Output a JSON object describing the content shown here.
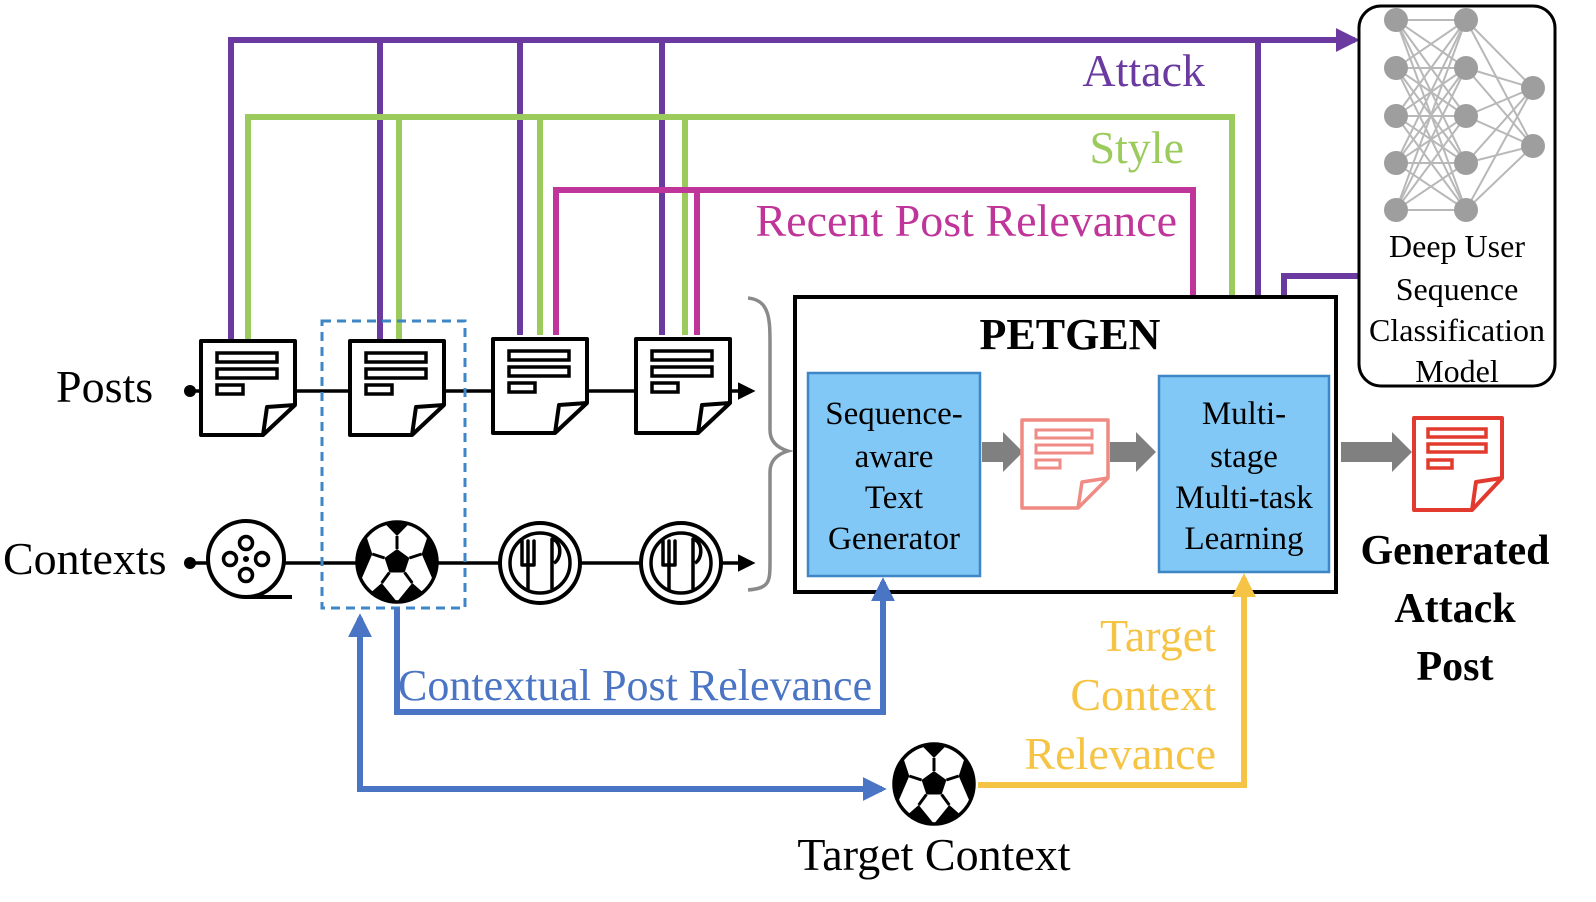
{
  "colors": {
    "attack": "#6a3aa0",
    "style": "#9acb5c",
    "recent": "#c0359a",
    "contextual": "#4a74c4",
    "target": "#f6c444",
    "box_fill": "#82c8f6",
    "box_stroke": "#3e86c6",
    "generated": "#e23a2e",
    "intermediate": "#f08a84",
    "gray_arrow": "#808080",
    "highlight_box": "#3e86c6"
  },
  "icons": {
    "post": "document-icon",
    "movie": "film-reel-icon",
    "sports": "soccer-ball-icon",
    "food": "plate-fork-icon",
    "model": "neural-network-icon"
  },
  "rows": {
    "posts_label": "Posts",
    "contexts_label": "Contexts",
    "context_sequence": [
      "film-reel-icon",
      "soccer-ball-icon",
      "plate-fork-icon",
      "plate-fork-icon"
    ]
  },
  "petgen": {
    "title": "PETGEN",
    "generator": [
      "Sequence-",
      "aware",
      "Text",
      "Generator"
    ],
    "learner": [
      "Multi-",
      "stage",
      "Multi-task",
      "Learning"
    ]
  },
  "model": {
    "name_lines": [
      "Deep User",
      "Sequence",
      "Classification",
      "Model"
    ]
  },
  "signals": {
    "attack": "Attack",
    "style": "Style",
    "recent": "Recent Post Relevance",
    "contextual": "Contextual Post Relevance",
    "target_lines": [
      "Target",
      "Context",
      "Relevance"
    ]
  },
  "output": {
    "lines": [
      "Generated",
      "Attack",
      "Post"
    ]
  },
  "target_context": {
    "label": "Target Context"
  }
}
